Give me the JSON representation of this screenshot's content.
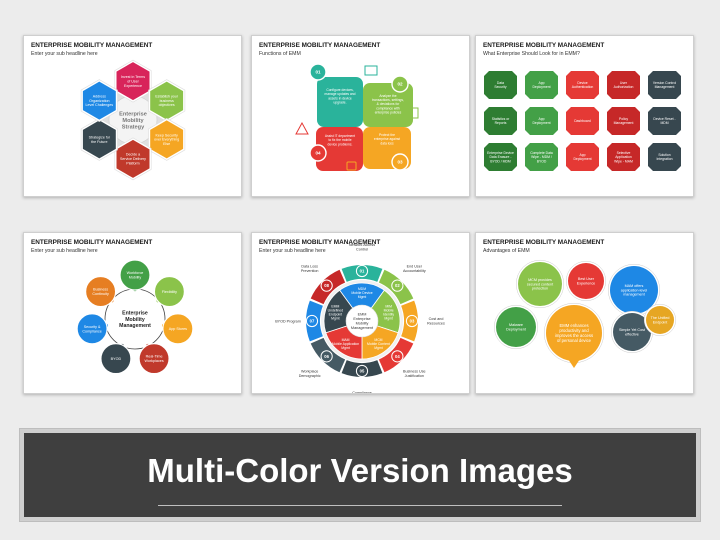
{
  "thumbnails": [
    {
      "title": "ENTERPRISE MOBILITY MANAGEMENT",
      "subtitle": "Enter your sub headline here",
      "center": [
        "Enterprise",
        "Mobility",
        "Strategy"
      ],
      "items": [
        [
          "Invest in Terms",
          "of User",
          "Experience"
        ],
        [
          "Establish your",
          "business",
          "objectives"
        ],
        [
          "Keep Security",
          "over Everything",
          "Else"
        ],
        [
          "Decide a",
          "Service Delivery",
          "Platform"
        ],
        [
          "Strategize for",
          "the Future"
        ],
        [
          "Address",
          "Organization",
          "Level Challenges"
        ]
      ],
      "colors": [
        "#d8245a",
        "#8bc34a",
        "#f5a623",
        "#c0392b",
        "#37474f",
        "#1e88e5"
      ]
    },
    {
      "title": "ENTERPRISE MOBILITY MANAGEMENT",
      "subtitle": "Functions of EMM",
      "steps": [
        "01",
        "02",
        "03",
        "04"
      ],
      "items": [
        [
          "Configure devices,",
          "manage updates and",
          "assets in device",
          "upgrade."
        ],
        [
          "Analyze the",
          "transactions, settings,",
          "& deviations for",
          "compliance with",
          "enterprise policies"
        ],
        [
          "Protect the",
          "enterprise against",
          "data loss"
        ],
        [
          "Assist IT department",
          "to fix the mobile",
          "device problems."
        ]
      ],
      "colors": [
        "#2ab39b",
        "#8bc34a",
        "#f5a623",
        "#e53935"
      ]
    },
    {
      "title": "ENTERPRISE MOBILITY MANAGEMENT",
      "subtitle": "What Enterprise Should Look for in EMM?",
      "tiles": [
        [
          "Data",
          "Security"
        ],
        [
          "App",
          "Deployment"
        ],
        [
          "Device",
          "Authentication"
        ],
        [
          "User",
          "Authorization"
        ],
        [
          "Version Control",
          "Management"
        ],
        [
          "Statistics or",
          "Reports"
        ],
        [
          "App",
          "Deployment"
        ],
        [
          "Dashboard"
        ],
        [
          "Policy",
          "Management"
        ],
        [
          "Device Reset -",
          "MDM"
        ],
        [
          "Enterprise Device",
          "Data Erasure -",
          "BYOD / MDM"
        ],
        [
          "Complete Data",
          "Wipe - MDM /",
          "BYOD"
        ],
        [
          "App",
          "Deployment"
        ],
        [
          "Selective",
          "Application",
          "Wipe - MAM"
        ],
        [
          "Solution",
          "Integration"
        ]
      ],
      "colors": [
        "#2e7d32",
        "#43a047",
        "#e53935",
        "#c62828",
        "#37474f"
      ]
    },
    {
      "title": "ENTERPRISE MOBILITY MANAGEMENT",
      "subtitle": "Enter your sub headline here",
      "center": [
        "Enterprise",
        "Mobility",
        "Management"
      ],
      "items": [
        [
          "Workforce",
          "Mobility"
        ],
        [
          "Flexibility"
        ],
        [
          "App Stores"
        ],
        [
          "Real-Time",
          "Workplaces"
        ],
        [
          "BYOD"
        ],
        [
          "Security &",
          "Compliance"
        ],
        [
          "Business",
          "Continuity"
        ]
      ],
      "colors": [
        "#43a047",
        "#8bc34a",
        "#f5a623",
        "#c0392b",
        "#37474f",
        "#1e88e5",
        "#e67e22"
      ]
    },
    {
      "title": "ENTERPRISE MOBILITY MANAGEMENT",
      "subtitle": "Enter your sub headline here",
      "center": [
        "EMM",
        "Enterprise",
        "Mobility",
        "Management"
      ],
      "inner": [
        [
          "MDM",
          "Mobile Device",
          "Mgmt"
        ],
        [
          "MIM",
          "Mobile",
          "Identity",
          "Mgmt"
        ],
        [
          "MCM",
          "Mobile Content",
          "Mgmt"
        ],
        [
          "MAM",
          "Mobile Application",
          "Mgmt"
        ],
        [
          "EMM",
          "Undefined",
          "Endpoint",
          "Mgmt"
        ]
      ],
      "steps": [
        "01",
        "02",
        "03",
        "04",
        "05",
        "06",
        "07",
        "08"
      ],
      "labels": [
        [
          "Network Access",
          "Control"
        ],
        [
          "End User",
          "Accountability"
        ],
        [
          "Cost and",
          "Resources"
        ],
        [
          "Business Use",
          "Justification"
        ],
        [
          "Compliance",
          "Requirements"
        ],
        [
          "Workplace",
          "Demographic"
        ],
        [
          "BYOD Program"
        ],
        [
          "Data Loss",
          "Prevention"
        ]
      ],
      "colors": [
        "#2ab39b",
        "#8bc34a",
        "#f5a623",
        "#e53935",
        "#37474f",
        "#455a64",
        "#1e88e5",
        "#c62828"
      ]
    },
    {
      "title": "ENTERPRISE MOBILITY MANAGEMENT",
      "subtitle": "Advantages of EMM",
      "items": [
        [
          "MCM provides",
          "secured content",
          "protection"
        ],
        [
          "Best User",
          "Experience"
        ],
        [
          "MAM offers",
          "application-level",
          "management"
        ],
        [
          "Malware",
          "Deployment"
        ],
        [
          "EMM enhances",
          "productivity and",
          "improves the access",
          "of personal device"
        ],
        [
          "Simple Yet Cost",
          "effective"
        ],
        [
          "The Unified",
          "Endpoint"
        ]
      ],
      "colors": [
        "#8bc34a",
        "#e53935",
        "#1e88e5",
        "#43a047",
        "#f5a623",
        "#455a64",
        "#e6a623"
      ]
    }
  ],
  "banner": {
    "text": "Multi-Color Version Images",
    "background": "#3f3f3f"
  }
}
